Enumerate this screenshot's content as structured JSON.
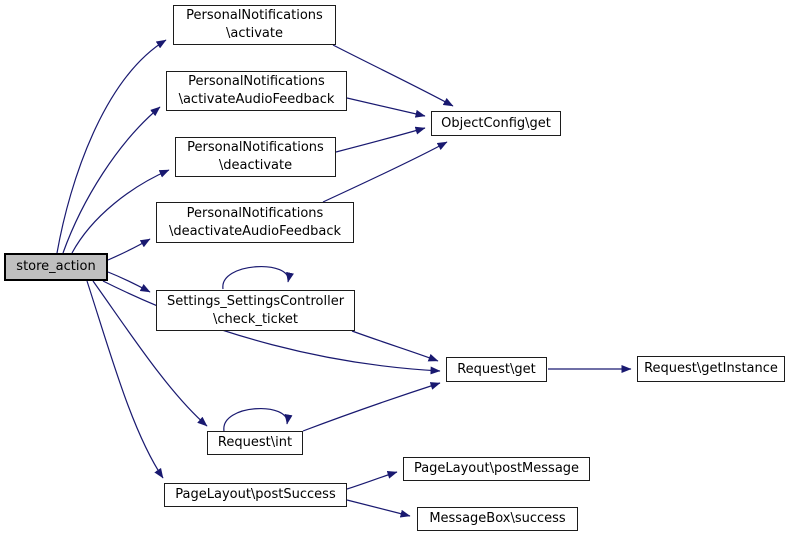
{
  "diagram": {
    "type": "call-graph",
    "style": "doxygen",
    "colors": {
      "background": "#ffffff",
      "edge": "#191970",
      "node_border": "#1c1c1c",
      "node_fill": "#ffffff",
      "root_fill": "#bfbfbf",
      "text": "#000000"
    },
    "nodes": [
      {
        "id": "store_action",
        "lines": [
          "store_action"
        ],
        "root": true
      },
      {
        "id": "activate",
        "lines": [
          "PersonalNotifications",
          "\\activate"
        ]
      },
      {
        "id": "activateAudioFeedback",
        "lines": [
          "PersonalNotifications",
          "\\activateAudioFeedback"
        ]
      },
      {
        "id": "deactivate",
        "lines": [
          "PersonalNotifications",
          "\\deactivate"
        ]
      },
      {
        "id": "deactivateAudioFeedback",
        "lines": [
          "PersonalNotifications",
          "\\deactivateAudioFeedback"
        ]
      },
      {
        "id": "ObjectConfig_get",
        "lines": [
          "ObjectConfig\\get"
        ]
      },
      {
        "id": "check_ticket",
        "lines": [
          "Settings_SettingsController",
          "\\check_ticket"
        ]
      },
      {
        "id": "Request_get",
        "lines": [
          "Request\\get"
        ]
      },
      {
        "id": "Request_getInstance",
        "lines": [
          "Request\\getInstance"
        ]
      },
      {
        "id": "Request_int",
        "lines": [
          "Request\\int"
        ]
      },
      {
        "id": "PageLayout_postSuccess",
        "lines": [
          "PageLayout\\postSuccess"
        ]
      },
      {
        "id": "PageLayout_postMessage",
        "lines": [
          "PageLayout\\postMessage"
        ]
      },
      {
        "id": "MessageBox_success",
        "lines": [
          "MessageBox\\success"
        ]
      }
    ],
    "edges": [
      {
        "from": "store_action",
        "to": "activate"
      },
      {
        "from": "store_action",
        "to": "activateAudioFeedback"
      },
      {
        "from": "store_action",
        "to": "deactivate"
      },
      {
        "from": "store_action",
        "to": "deactivateAudioFeedback"
      },
      {
        "from": "store_action",
        "to": "check_ticket"
      },
      {
        "from": "store_action",
        "to": "Request_get"
      },
      {
        "from": "store_action",
        "to": "Request_int"
      },
      {
        "from": "store_action",
        "to": "PageLayout_postSuccess"
      },
      {
        "from": "activate",
        "to": "ObjectConfig_get"
      },
      {
        "from": "activateAudioFeedback",
        "to": "ObjectConfig_get"
      },
      {
        "from": "deactivate",
        "to": "ObjectConfig_get"
      },
      {
        "from": "deactivateAudioFeedback",
        "to": "ObjectConfig_get"
      },
      {
        "from": "check_ticket",
        "to": "check_ticket",
        "self_loop": true
      },
      {
        "from": "check_ticket",
        "to": "Request_get"
      },
      {
        "from": "Request_int",
        "to": "Request_int",
        "self_loop": true
      },
      {
        "from": "Request_int",
        "to": "Request_get"
      },
      {
        "from": "Request_get",
        "to": "Request_getInstance"
      },
      {
        "from": "PageLayout_postSuccess",
        "to": "PageLayout_postMessage"
      },
      {
        "from": "PageLayout_postSuccess",
        "to": "MessageBox_success"
      }
    ]
  }
}
